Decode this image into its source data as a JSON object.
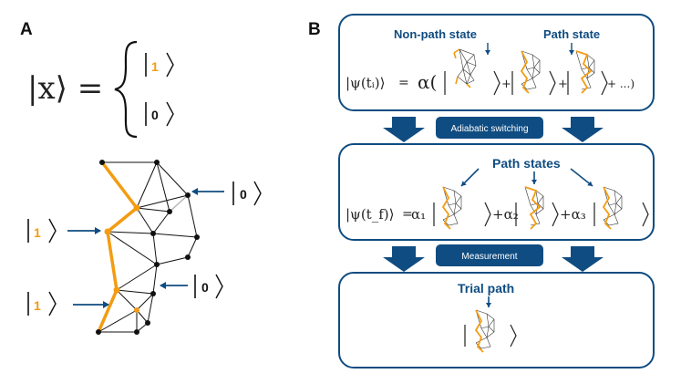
{
  "colors": {
    "primary_blue": "#0f4c81",
    "path_orange": "#f39c12",
    "edge_black": "#111111",
    "text": "#222222"
  },
  "panel_a": {
    "letter": "A",
    "equation_lhs": "|x⟩ =",
    "cases": [
      "1",
      "0"
    ],
    "graph_labels": {
      "node_top_right": "0",
      "node_left_upper": "1",
      "node_left_lower": "1",
      "node_center_lower": "0"
    }
  },
  "panel_b": {
    "letter": "B",
    "box1": {
      "label_non_path": "Non-path state",
      "label_path": "Path state",
      "equation_lhs": "|ψ(tᵢ)⟩",
      "equals": "=",
      "alpha": "α(",
      "plus": "+",
      "ellipsis": "+ ...)"
    },
    "pill1": "Adiabatic switching",
    "box2": {
      "label": "Path states",
      "equation_lhs": "|ψ(t_f)⟩",
      "equals": "=",
      "terms": [
        "α₁",
        "+α₂",
        "+α₃"
      ]
    },
    "pill2": "Measurement",
    "box3": {
      "label": "Trial path"
    }
  },
  "icons": [
    "down-arrow-icon",
    "right-arrow-icon",
    "brace-icon",
    "ket-bracket-icon"
  ]
}
